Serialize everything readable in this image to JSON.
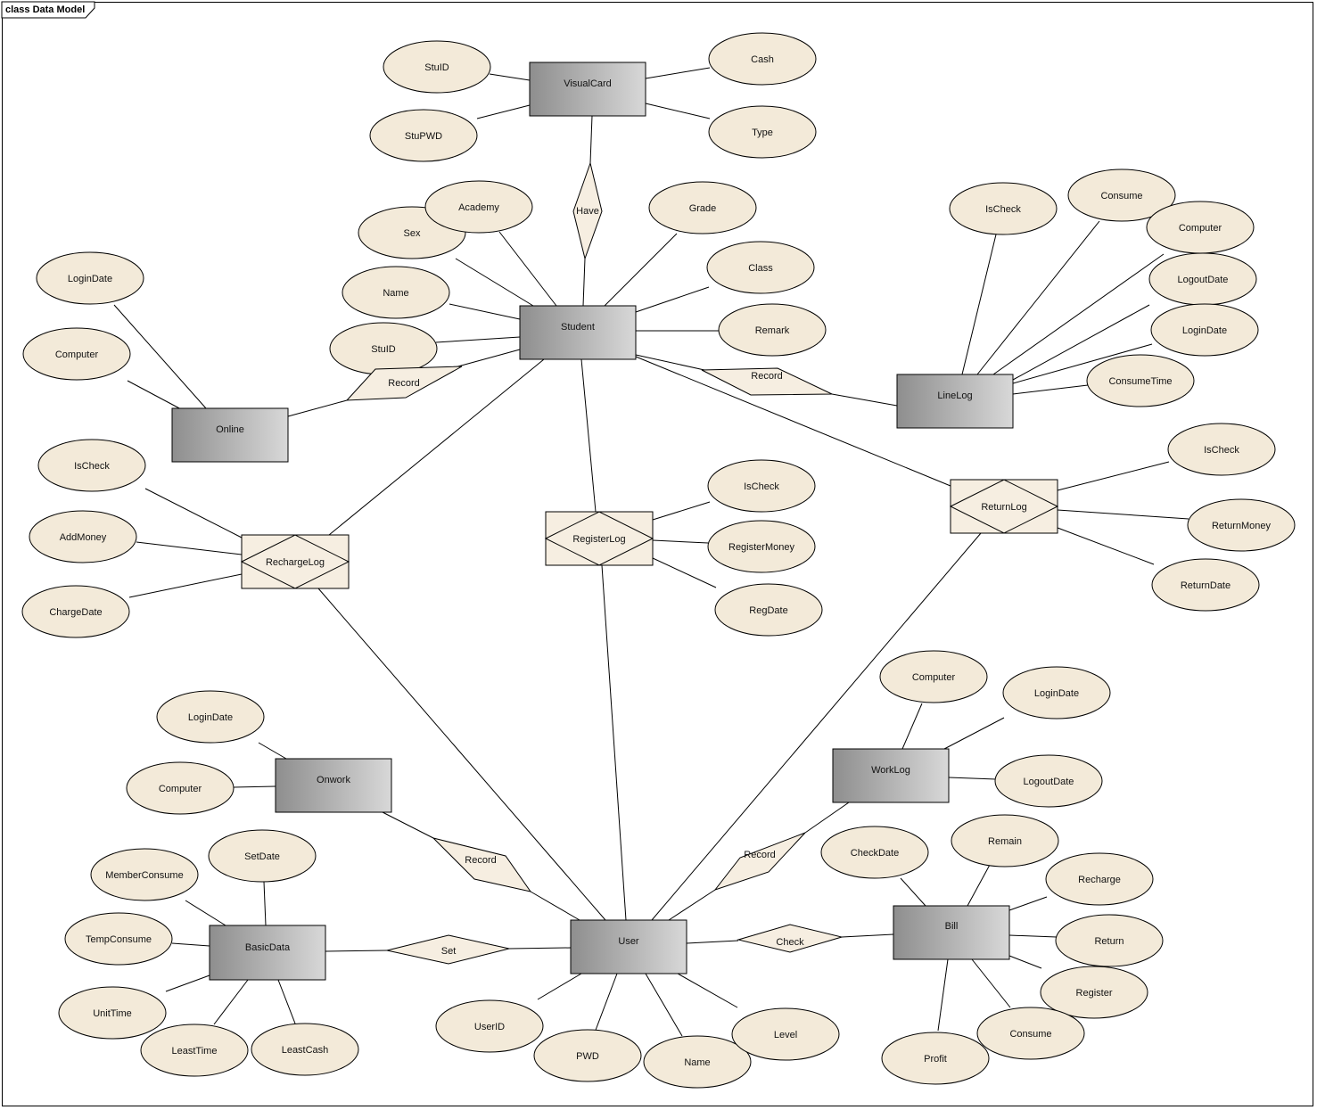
{
  "frame_title": "class Data Model",
  "colors": {
    "entity_fill_start": "#8f8f8f",
    "entity_fill_end": "#d6d6d6",
    "attribute_fill": "#f3ead9",
    "relationship_fill": "#f6eee1",
    "line": "#000000"
  },
  "entities": {
    "visualcard": "VisualCard",
    "student": "Student",
    "online": "Online",
    "linelog": "LineLog",
    "onwork": "Onwork",
    "worklog": "WorkLog",
    "basicdata": "BasicData",
    "user": "User",
    "bill": "Bill"
  },
  "associative_entities": {
    "rechargelog": "RechargeLog",
    "registerlog": "RegisterLog",
    "returnlog": "ReturnLog"
  },
  "relationships": {
    "have": "Have",
    "record_online": "Record",
    "record_linelog": "Record",
    "record_onwork": "Record",
    "record_worklog": "Record",
    "set": "Set",
    "check": "Check"
  },
  "attributes": {
    "visualcard_stuid": "StuID",
    "visualcard_stupwd": "StuPWD",
    "visualcard_cash": "Cash",
    "visualcard_type": "Type",
    "student_academy": "Academy",
    "student_sex": "Sex",
    "student_name": "Name",
    "student_stuid": "StuID",
    "student_grade": "Grade",
    "student_class": "Class",
    "student_remark": "Remark",
    "online_logindate": "LoginDate",
    "online_computer": "Computer",
    "linelog_ischeck": "IsCheck",
    "linelog_consume": "Consume",
    "linelog_computer": "Computer",
    "linelog_logoutdate": "LogoutDate",
    "linelog_logindate": "LoginDate",
    "linelog_consumetime": "ConsumeTime",
    "rechargelog_ischeck": "IsCheck",
    "rechargelog_addmoney": "AddMoney",
    "rechargelog_chargedate": "ChargeDate",
    "registerlog_ischeck": "IsCheck",
    "registerlog_registermoney": "RegisterMoney",
    "registerlog_regdate": "RegDate",
    "returnlog_ischeck": "IsCheck",
    "returnlog_returnmoney": "ReturnMoney",
    "returnlog_returndate": "ReturnDate",
    "onwork_logindate": "LoginDate",
    "onwork_computer": "Computer",
    "worklog_computer": "Computer",
    "worklog_logindate": "LoginDate",
    "worklog_logoutdate": "LogoutDate",
    "basicdata_memberconsume": "MemberConsume",
    "basicdata_setdate": "SetDate",
    "basicdata_tempconsume": "TempConsume",
    "basicdata_unittime": "UnitTime",
    "basicdata_leasttime": "LeastTime",
    "basicdata_leastcash": "LeastCash",
    "user_userid": "UserID",
    "user_pwd": "PWD",
    "user_name": "Name",
    "user_level": "Level",
    "bill_checkdate": "CheckDate",
    "bill_remain": "Remain",
    "bill_recharge": "Recharge",
    "bill_return": "Return",
    "bill_register": "Register",
    "bill_consume": "Consume",
    "bill_profit": "Profit"
  }
}
